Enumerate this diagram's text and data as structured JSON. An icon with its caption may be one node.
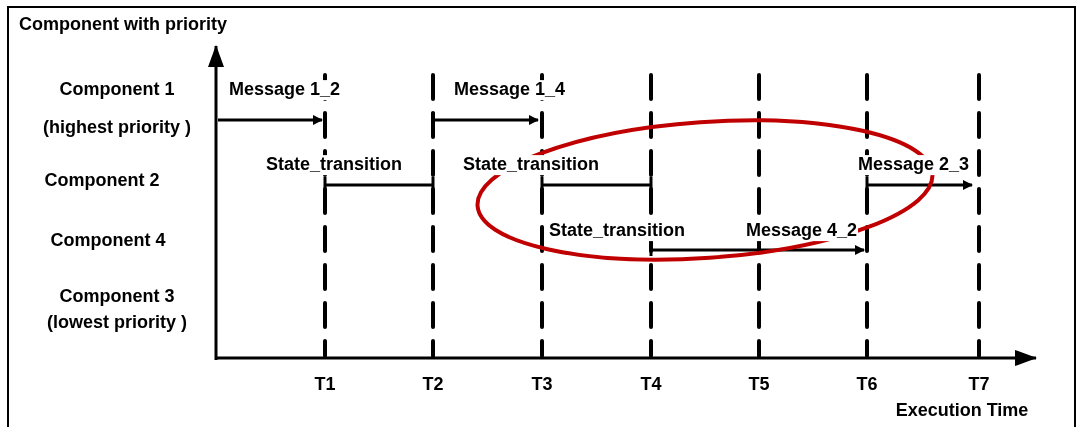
{
  "diagram": {
    "labels": [
      "Component with priority",
      "Component 1",
      "(highest priority )",
      "Component 2",
      "Component 4",
      "Component 3",
      "(lowest priority )",
      "Message 1_2",
      "Message 1_4",
      "State_transition",
      "State_transition",
      "Message 2_3",
      "State_transition",
      "Message 4_2",
      "T1",
      "T2",
      "T3",
      "T4",
      "T5",
      "T6",
      "T7",
      "Execution Time"
    ]
  }
}
